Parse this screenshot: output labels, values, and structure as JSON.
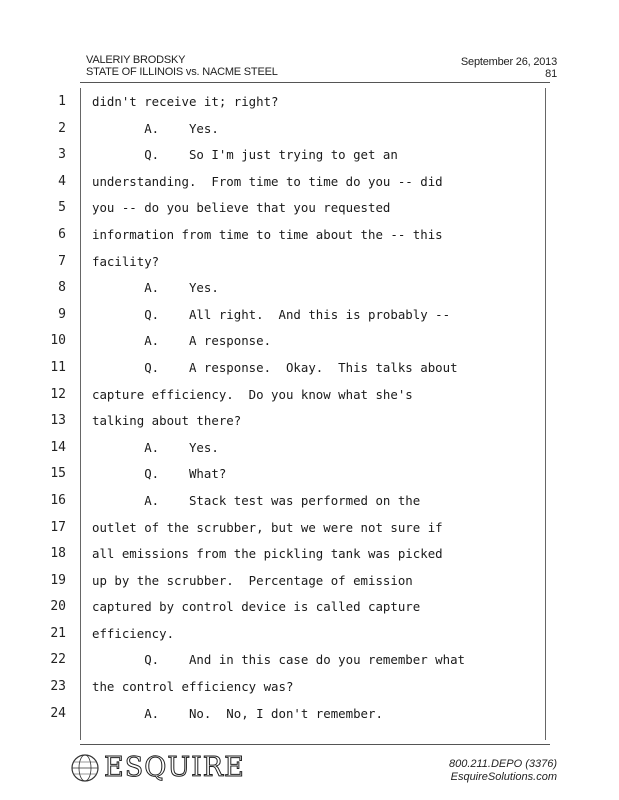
{
  "header": {
    "witness": "VALERIY BRODSKY",
    "case": "STATE OF ILLINOIS vs. NACME STEEL",
    "date": "September 26, 2013",
    "page": "81"
  },
  "transcript": [
    {
      "num": "1",
      "text": "didn't receive it; right?"
    },
    {
      "num": "2",
      "text": "       A.    Yes."
    },
    {
      "num": "3",
      "text": "       Q.    So I'm just trying to get an"
    },
    {
      "num": "4",
      "text": "understanding.  From time to time do you -- did"
    },
    {
      "num": "5",
      "text": "you -- do you believe that you requested"
    },
    {
      "num": "6",
      "text": "information from time to time about the -- this"
    },
    {
      "num": "7",
      "text": "facility?"
    },
    {
      "num": "8",
      "text": "       A.    Yes."
    },
    {
      "num": "9",
      "text": "       Q.    All right.  And this is probably --"
    },
    {
      "num": "10",
      "text": "       A.    A response."
    },
    {
      "num": "11",
      "text": "       Q.    A response.  Okay.  This talks about"
    },
    {
      "num": "12",
      "text": "capture efficiency.  Do you know what she's"
    },
    {
      "num": "13",
      "text": "talking about there?"
    },
    {
      "num": "14",
      "text": "       A.    Yes."
    },
    {
      "num": "15",
      "text": "       Q.    What?"
    },
    {
      "num": "16",
      "text": "       A.    Stack test was performed on the"
    },
    {
      "num": "17",
      "text": "outlet of the scrubber, but we were not sure if"
    },
    {
      "num": "18",
      "text": "all emissions from the pickling tank was picked"
    },
    {
      "num": "19",
      "text": "up by the scrubber.  Percentage of emission"
    },
    {
      "num": "20",
      "text": "captured by control device is called capture"
    },
    {
      "num": "21",
      "text": "efficiency."
    },
    {
      "num": "22",
      "text": "       Q.    And in this case do you remember what"
    },
    {
      "num": "23",
      "text": "the control efficiency was?"
    },
    {
      "num": "24",
      "text": "       A.    No.  No, I don't remember."
    }
  ],
  "footer": {
    "brand": "ESQUIRE",
    "phone": "800.211.DEPO (3376)",
    "website": "EsquireSolutions.com"
  }
}
